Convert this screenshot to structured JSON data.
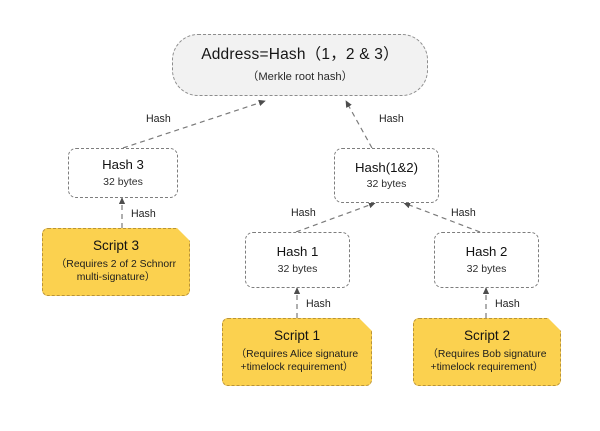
{
  "diagram": {
    "title_text": "Address=Hash（1，2 & 3）",
    "accent_yellow": "#fbd14f",
    "root_fill": "#f2f2f2",
    "edge_color": "#6f6f6f",
    "nodes": {
      "root": {
        "title": "Address=Hash（1，2 & 3）",
        "sub": "（Merkle root hash）"
      },
      "hash3": {
        "title": "Hash 3",
        "sub": "32 bytes"
      },
      "hash12": {
        "title": "Hash(1&2)",
        "sub": "32 bytes"
      },
      "hash1": {
        "title": "Hash 1",
        "sub": "32 bytes"
      },
      "hash2": {
        "title": "Hash 2",
        "sub": "32 bytes"
      },
      "script3": {
        "title": "Script 3",
        "sub": "（Requires 2 of 2 Schnorr multi-signature）"
      },
      "script1": {
        "title": "Script 1",
        "sub": "（Requires Alice signature +timelock requirement）"
      },
      "script2": {
        "title": "Script 2",
        "sub": "（Requires Bob signature +timelock requirement）"
      }
    },
    "edges": [
      {
        "id": "hash3-to-root",
        "label": "Hash"
      },
      {
        "id": "hash12-to-root",
        "label": "Hash"
      },
      {
        "id": "script3-to-hash3",
        "label": "Hash"
      },
      {
        "id": "hash1-to-hash12",
        "label": "Hash"
      },
      {
        "id": "hash2-to-hash12",
        "label": "Hash"
      },
      {
        "id": "script1-to-hash1",
        "label": "Hash"
      },
      {
        "id": "script2-to-hash2",
        "label": "Hash"
      }
    ]
  }
}
